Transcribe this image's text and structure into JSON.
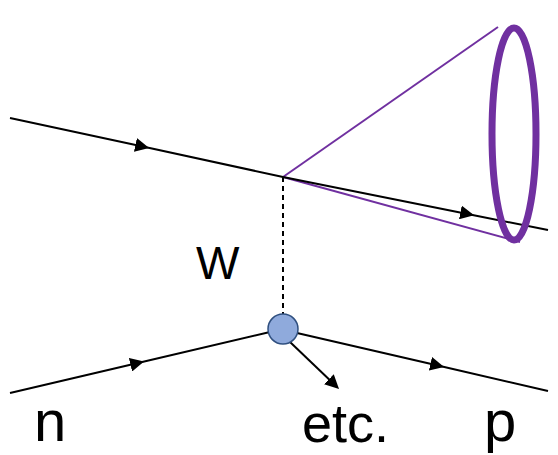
{
  "diagram": {
    "labels": [
      "W",
      "n",
      "etc.",
      "p"
    ]
  }
}
